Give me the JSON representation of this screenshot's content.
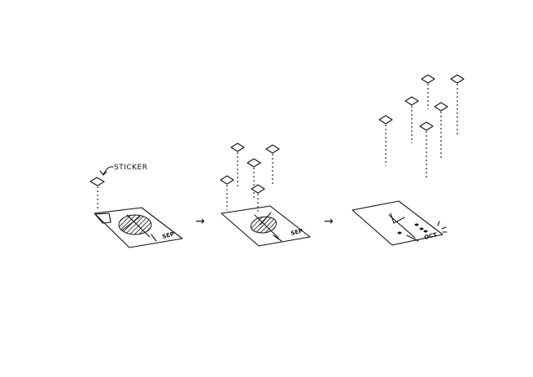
{
  "diagram": {
    "callout_label": "STICKER",
    "stages": [
      {
        "id": "stage-1",
        "date_label": "SEP"
      },
      {
        "id": "stage-2",
        "date_label": "SEP"
      },
      {
        "id": "stage-3",
        "date_label": "OCT"
      }
    ],
    "arrows": [
      "→",
      "→"
    ],
    "ink_color": "#111111",
    "background": "#ffffff"
  }
}
